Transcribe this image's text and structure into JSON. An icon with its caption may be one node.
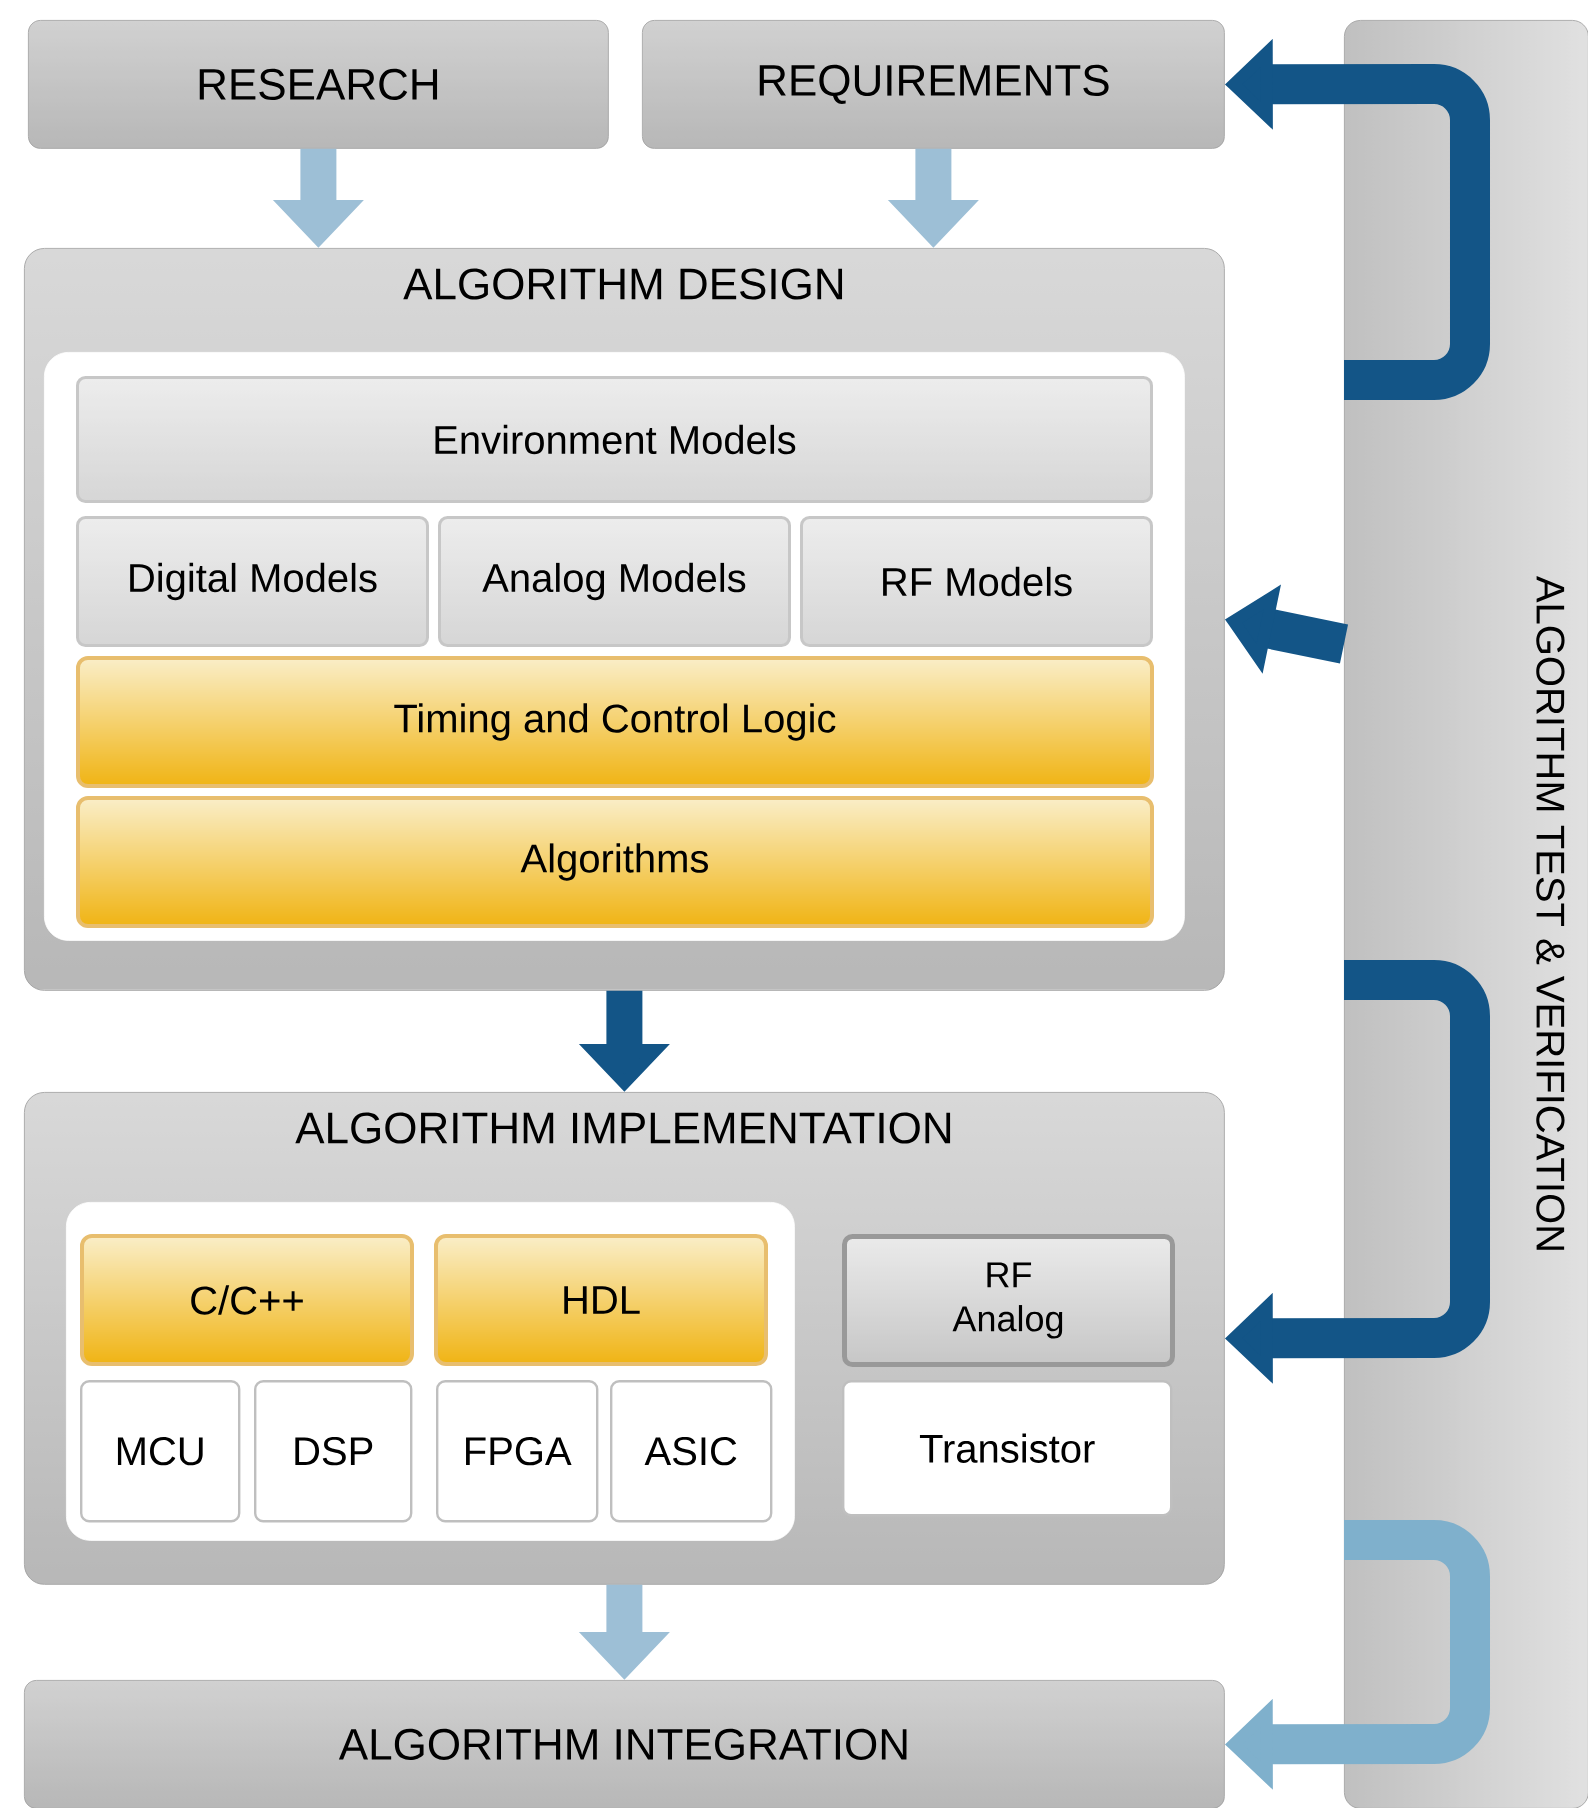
{
  "diagram": {
    "nodes": [
      {
        "text": [
          "RESEARCH"
        ]
      },
      {
        "text": [
          "REQUIREMENTS"
        ]
      },
      {
        "text": [
          "ALGORITHM DESIGN"
        ]
      },
      {
        "text": [],
        "shape": "box",
        "in": 2
      },
      {
        "text": [
          "Environment Models"
        ],
        "in": 3
      },
      {
        "text": [
          "Digital Models"
        ],
        "in": 3
      },
      {
        "text": [
          "Analog Models"
        ],
        "in": 3
      },
      {
        "text": [
          "RF Models"
        ],
        "in": 3
      },
      {
        "text": [
          "Timing and Control Logic"
        ],
        "in": 3
      },
      {
        "text": [
          "Algorithms"
        ],
        "in": 3
      },
      {
        "text": [
          "ALGORITHM IMPLEMENTATION"
        ]
      },
      {
        "text": [],
        "shape": "box",
        "in": 10
      },
      {
        "text": [
          "C/C++"
        ],
        "in": 11
      },
      {
        "text": [
          "HDL"
        ],
        "in": 11
      },
      {
        "text": [
          "MCU"
        ],
        "in": 11
      },
      {
        "text": [
          "DSP"
        ],
        "in": 11
      },
      {
        "text": [
          "FPGA"
        ],
        "in": 11
      },
      {
        "text": [
          "ASIC"
        ],
        "in": 11
      },
      {
        "text": [
          "RF Analog"
        ],
        "in": 10
      },
      {
        "text": [
          "Transistor"
        ],
        "in": 10
      },
      {
        "text": [
          "ALGORITHM INTEGRATION"
        ]
      },
      {
        "text": [
          "ALGORITHM TEST & VERIFICATION"
        ]
      }
    ],
    "edges": [
      {
        "from": 0,
        "to": 2,
        "arrow": "to",
        "color": "#9dbfd6"
      },
      {
        "from": 1,
        "to": 2,
        "arrow": "to",
        "color": "#9dbfd6"
      },
      {
        "from": 2,
        "to": 10,
        "arrow": "to",
        "color": "#135587"
      },
      {
        "from": 10,
        "to": 20,
        "arrow": "to",
        "color": "#9dbfd6"
      },
      {
        "from": 21,
        "to": 1,
        "arrow": "to",
        "color": "#135587"
      },
      {
        "from": 21,
        "to": 2,
        "arrow": "to",
        "color": "#135587"
      },
      {
        "from": 21,
        "to": 10,
        "arrow": "to",
        "color": "#135587"
      },
      {
        "from": 21,
        "to": 20,
        "arrow": "to",
        "color": "#7fb0cc"
      }
    ]
  }
}
